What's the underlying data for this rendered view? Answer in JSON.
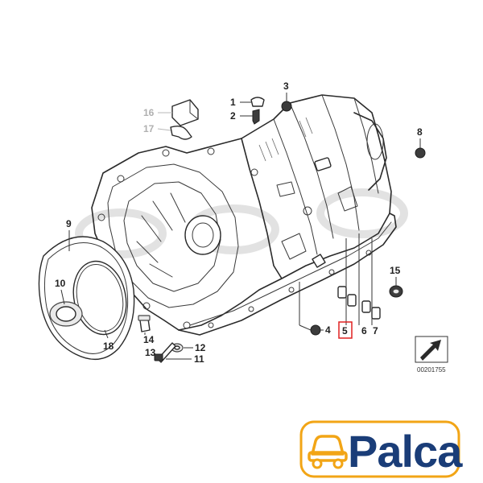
{
  "diagram": {
    "callouts": [
      {
        "id": "1",
        "label": "1"
      },
      {
        "id": "2",
        "label": "2"
      },
      {
        "id": "3",
        "label": "3"
      },
      {
        "id": "4",
        "label": "4"
      },
      {
        "id": "5",
        "label": "5"
      },
      {
        "id": "6",
        "label": "6"
      },
      {
        "id": "7",
        "label": "7"
      },
      {
        "id": "8",
        "label": "8"
      },
      {
        "id": "9",
        "label": "9"
      },
      {
        "id": "10",
        "label": "10"
      },
      {
        "id": "11",
        "label": "11"
      },
      {
        "id": "12",
        "label": "12"
      },
      {
        "id": "13",
        "label": "13"
      },
      {
        "id": "14",
        "label": "14"
      },
      {
        "id": "15",
        "label": "15"
      },
      {
        "id": "16",
        "label": "16"
      },
      {
        "id": "17",
        "label": "17"
      },
      {
        "id": "18",
        "label": "18"
      }
    ],
    "highlighted_part": "5",
    "reference_number": "00201755",
    "colors": {
      "highlight_box": "#e02020",
      "muted_label": "#b0b0b0",
      "line": "#2a2a2a"
    }
  },
  "logo": {
    "text": "Palca",
    "icon": "car-icon",
    "colors": {
      "text": "#1a3d78",
      "icon": "#f2a516",
      "frame": "#f2a516"
    }
  }
}
